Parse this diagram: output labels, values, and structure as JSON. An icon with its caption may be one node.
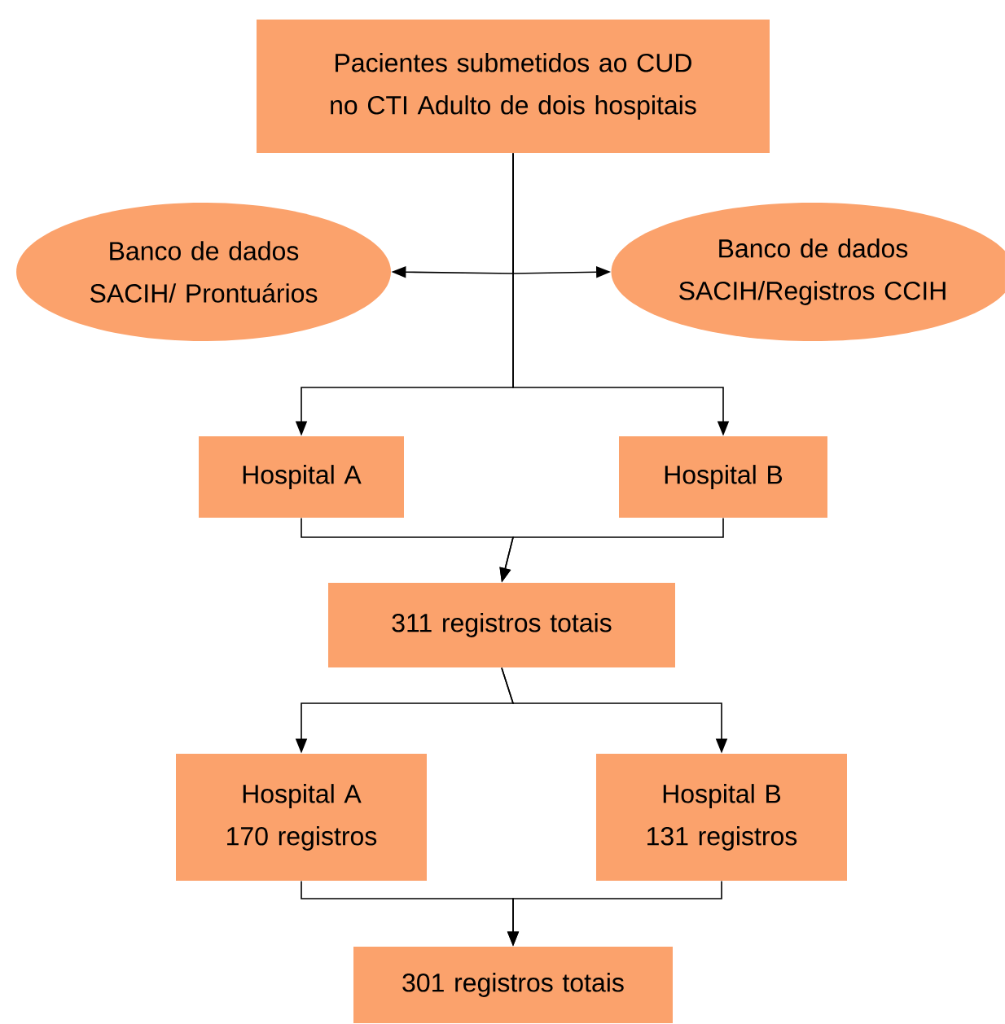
{
  "diagram": {
    "nodes": [
      {
        "text": [
          "Pacientes submetidos ao CUD no CTI Adulto de dois hospitais"
        ]
      },
      {
        "text": [
          "Banco de dados SACIH/ Prontuários"
        ]
      },
      {
        "text": [
          "Banco de dados SACIH/Registros CCIH"
        ]
      },
      {
        "text": [
          "Hospital A"
        ]
      },
      {
        "text": [
          "Hospital B"
        ]
      },
      {
        "text": [
          "311 registros totais"
        ]
      },
      {
        "text": [
          "Hospital A 170 registros"
        ]
      },
      {
        "text": [
          "Hospital B 131 registros"
        ]
      },
      {
        "text": [
          "301 registros totais"
        ]
      }
    ],
    "edges": [
      {
        "from": 0,
        "to": 1,
        "arrow": "to"
      },
      {
        "from": 0,
        "to": 2,
        "arrow": "to"
      },
      {
        "from": 0,
        "to": 3,
        "arrow": "to"
      },
      {
        "from": 0,
        "to": 4,
        "arrow": "to"
      },
      {
        "from": 3,
        "to": 5,
        "arrow": "to"
      },
      {
        "from": 4,
        "to": 5,
        "arrow": "to"
      },
      {
        "from": 5,
        "to": 6,
        "arrow": "to"
      },
      {
        "from": 5,
        "to": 7,
        "arrow": "to"
      },
      {
        "from": 6,
        "to": 8,
        "arrow": "to"
      },
      {
        "from": 7,
        "to": 8,
        "arrow": "to"
      }
    ]
  }
}
